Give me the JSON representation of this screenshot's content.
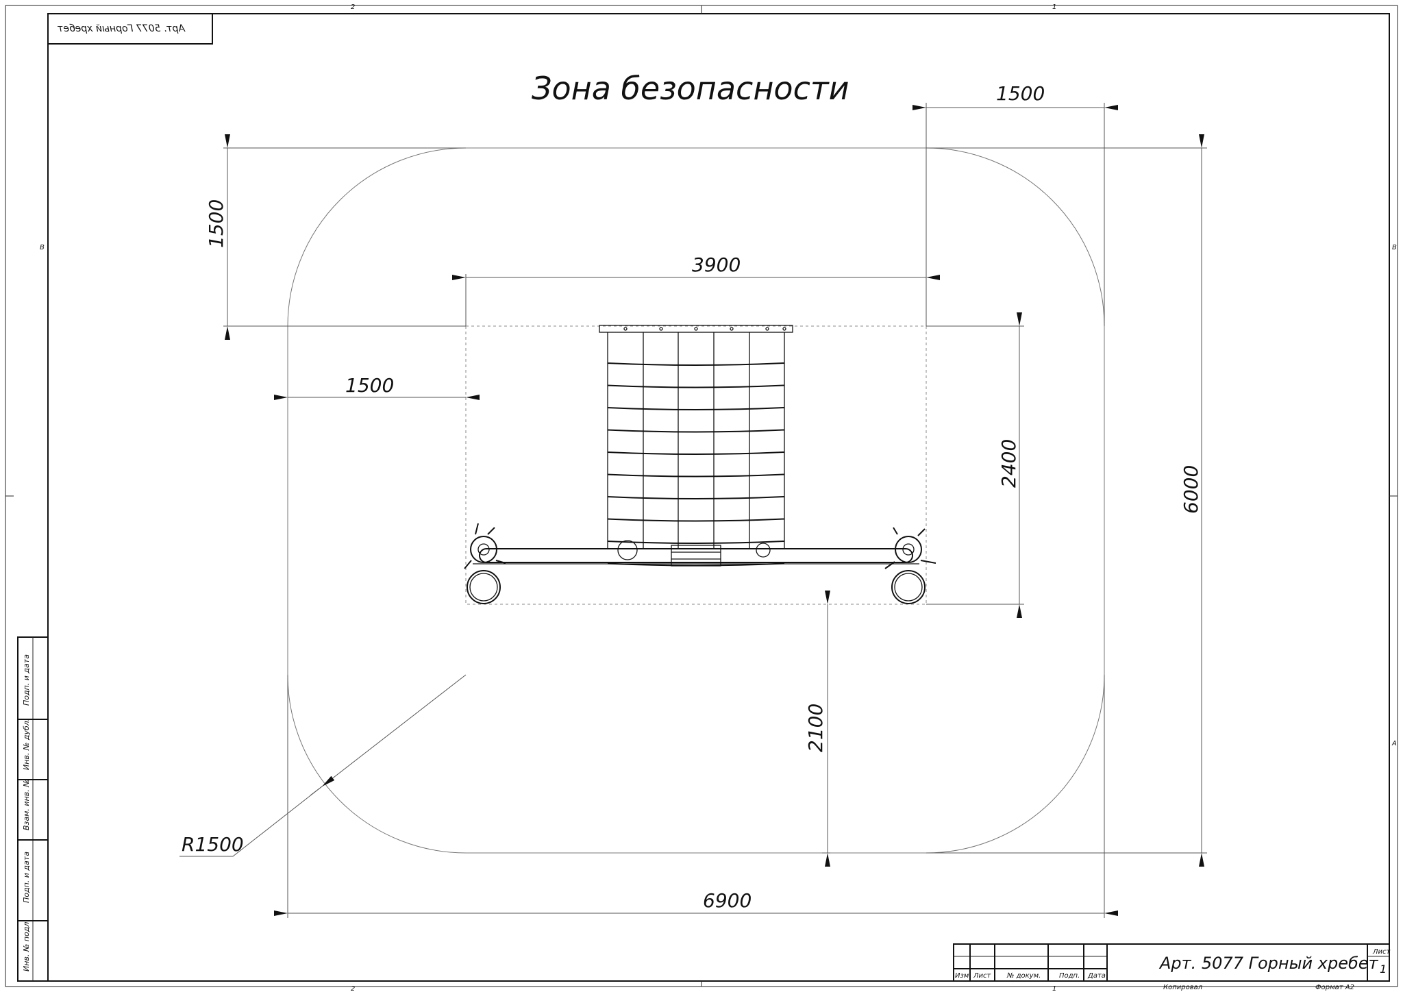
{
  "stamp": {
    "mirrored_title": "Арт. 5077 Горный хребет"
  },
  "zone_markers": {
    "top": [
      "2",
      "1"
    ],
    "bottom": [
      "2",
      "1"
    ],
    "left": [
      "B"
    ],
    "right": [
      "B",
      "A"
    ]
  },
  "drawing": {
    "title": "Зона безопасности",
    "dimensions": {
      "top_right_width": "1500",
      "top_left_height": "1500",
      "equipment_width": "3900",
      "left_offset": "1500",
      "equipment_depth": "2400",
      "total_depth": "6000",
      "front_offset": "2100",
      "total_width": "6900",
      "corner_radius": "R1500"
    }
  },
  "side_stamp": {
    "labels": [
      "Подп. и дата",
      "Инв. № дубл.",
      "Взам. инв. №",
      "Подп. и дата",
      "Инв. № подл."
    ]
  },
  "title_block": {
    "columns": [
      "Изм.",
      "Лист",
      "№ докум.",
      "Подп.",
      "Дата"
    ],
    "title": "Арт. 5077 Горный хребет",
    "sheet_label": "Лист",
    "sheet_number": "1",
    "copied_label": "Копировал",
    "format_label": "Формат A2"
  }
}
